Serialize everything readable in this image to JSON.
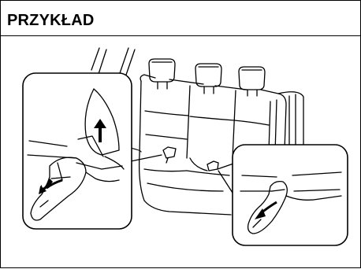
{
  "header": {
    "title": "PRZYKŁAD"
  },
  "illustration": {
    "subject": "rear-seat-illustration",
    "callouts": [
      "left-callout-detail",
      "right-callout-detail"
    ],
    "arrows": [
      "up-arrow",
      "down-arrow"
    ],
    "colors": {
      "line": "#000000",
      "background": "#ffffff",
      "arrow": "#000000"
    }
  }
}
